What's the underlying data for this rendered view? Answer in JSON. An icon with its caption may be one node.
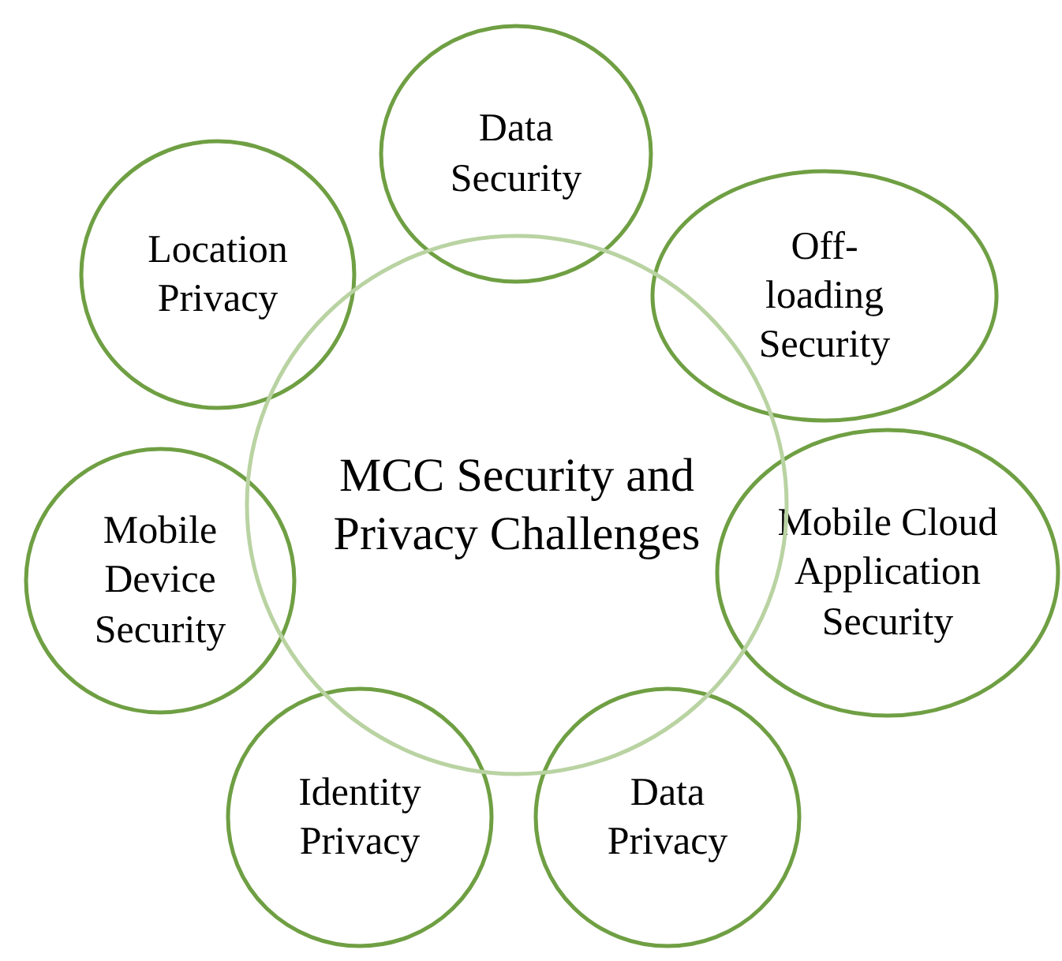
{
  "diagram": {
    "nodes": [
      {
        "text": [
          "MCC Security and Privacy Challenges"
        ]
      },
      {
        "text": [
          "Data Security"
        ]
      },
      {
        "text": [
          "Off-loading Security"
        ]
      },
      {
        "text": [
          "Mobile Cloud Application Security"
        ]
      },
      {
        "text": [
          "Data Privacy"
        ]
      },
      {
        "text": [
          "Identity Privacy"
        ]
      },
      {
        "text": [
          "Mobile Device Security"
        ]
      },
      {
        "text": [
          "Location Privacy"
        ]
      }
    ]
  }
}
